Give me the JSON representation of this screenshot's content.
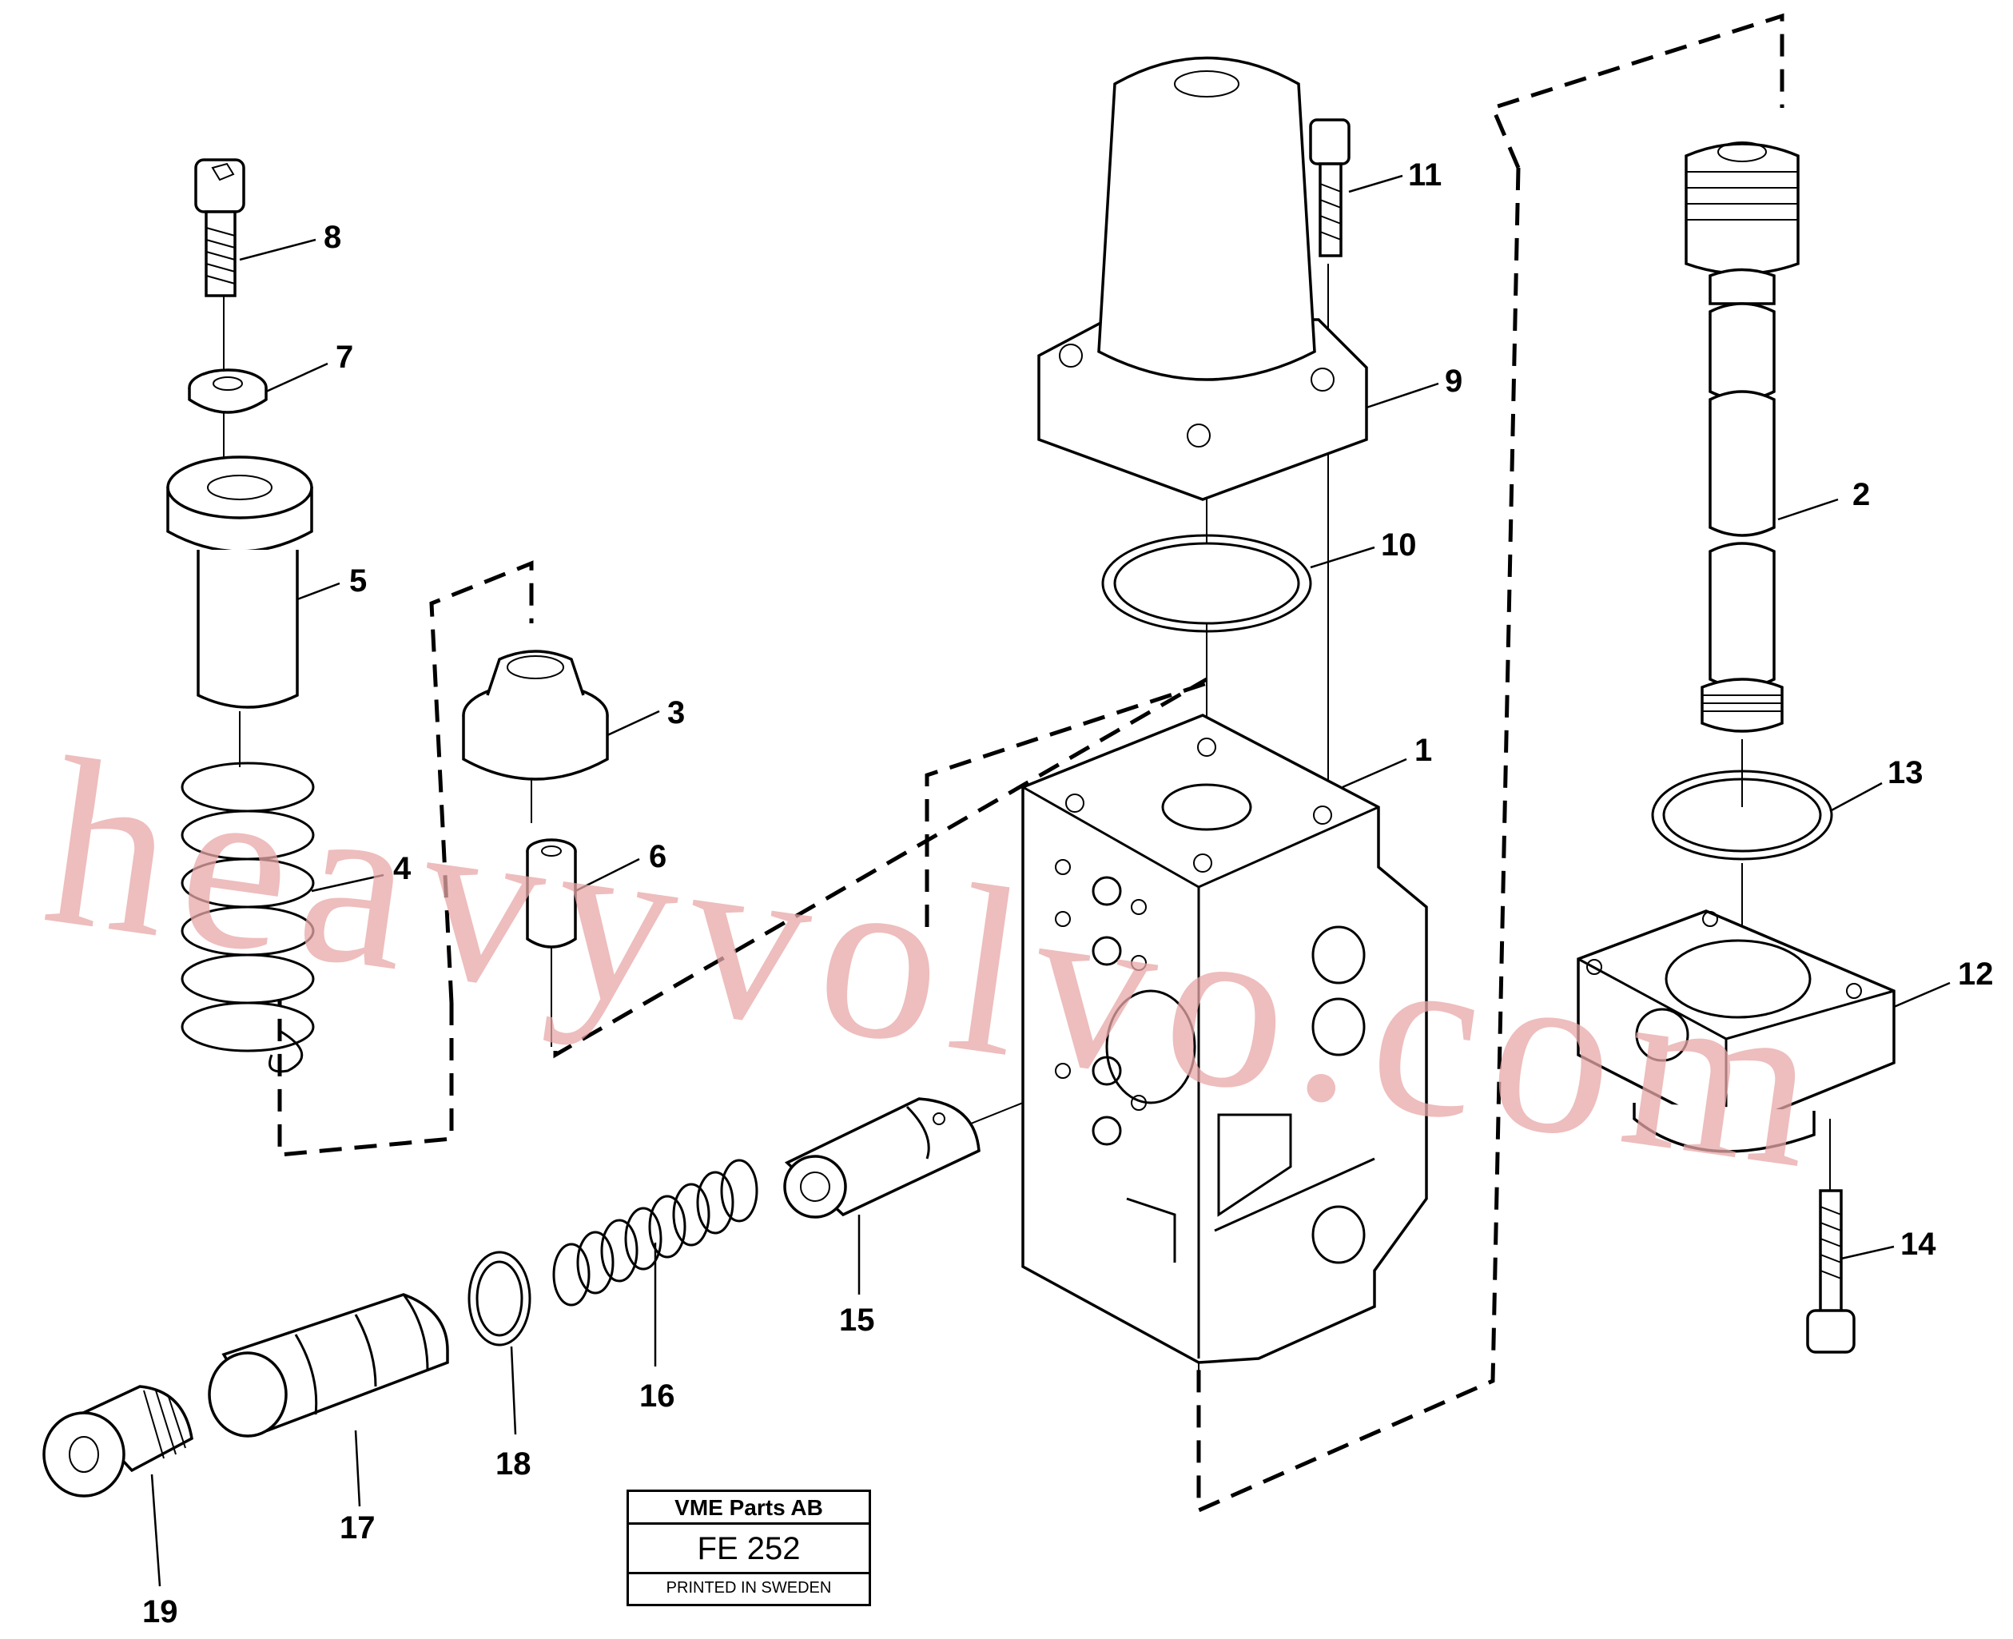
{
  "watermark": "heavyvolvo.com",
  "callouts": [
    "1",
    "2",
    "3",
    "4",
    "5",
    "6",
    "7",
    "8",
    "9",
    "10",
    "11",
    "12",
    "13",
    "14",
    "15",
    "16",
    "17",
    "18",
    "19"
  ],
  "stamp": {
    "company": "VME Parts AB",
    "code": "FE 252",
    "printed": "PRINTED IN SWEDEN"
  },
  "colors": {
    "ink": "#000000",
    "watermark": "#e8a7a7",
    "paper": "#ffffff"
  }
}
